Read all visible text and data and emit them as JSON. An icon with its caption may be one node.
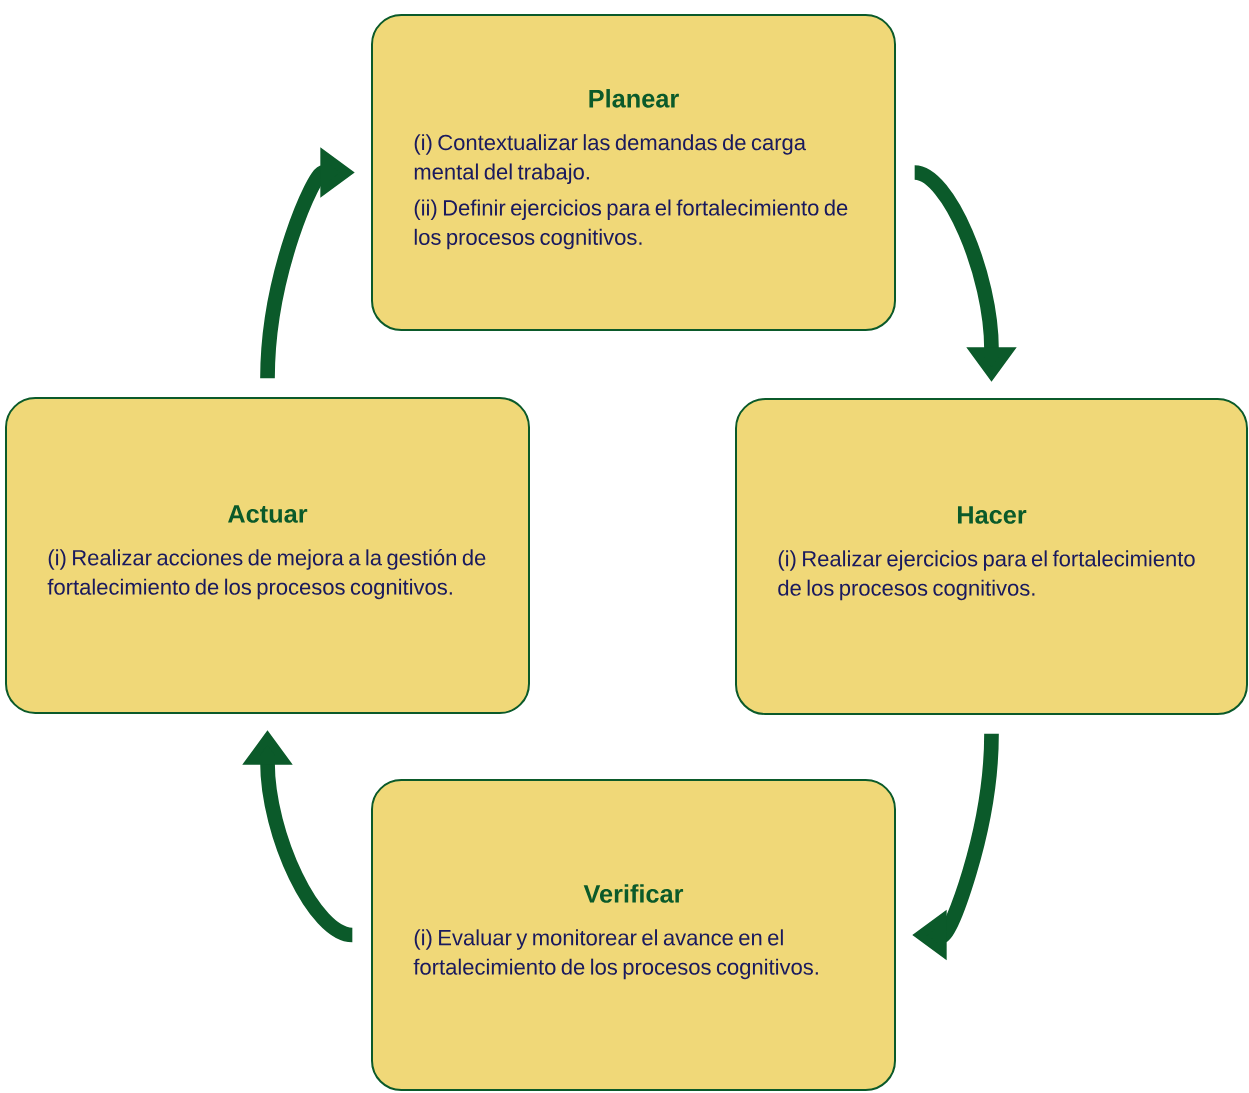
{
  "diagram": {
    "nodes": [
      {
        "text": [
          "Planear",
          "(i) Contextualizar las demandas de carga mental del trabajo.",
          "(ii) Definir ejercicios para el fortalecimiento de los procesos cognitivos."
        ]
      },
      {
        "text": [
          "Hacer",
          "(i) Realizar ejercicios para el fortalecimiento de los procesos cognitivos."
        ]
      },
      {
        "text": [
          "Verificar",
          "(i) Evaluar y monitorear el avance en el fortalecimiento de los procesos cognitivos."
        ]
      },
      {
        "text": [
          "Actuar",
          "(i) Realizar acciones de mejora a la gestión de fortalecimiento de los procesos cognitivos."
        ]
      }
    ],
    "edges": [
      {
        "from": 0,
        "to": 1,
        "arrow": "to"
      },
      {
        "from": 1,
        "to": 2,
        "arrow": "to"
      },
      {
        "from": 2,
        "to": 3,
        "arrow": "to"
      },
      {
        "from": 3,
        "to": 0,
        "arrow": "to"
      }
    ]
  }
}
